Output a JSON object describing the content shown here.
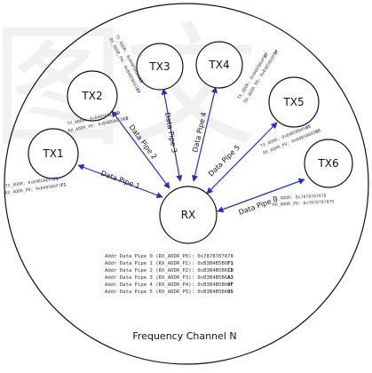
{
  "caption": "Frequency Channel N",
  "watermark": "图文",
  "nodes": {
    "rx": "RX",
    "tx1": "TX1",
    "tx2": "TX2",
    "tx3": "TX3",
    "tx4": "TX4",
    "tx5": "TX5",
    "tx6": "TX6"
  },
  "pipes": {
    "p0": "Data Pipe 0",
    "p1": "Data Pipe 1",
    "p2": "Data Pipe 2",
    "p3": "Data Pipe 3",
    "p4": "Data Pipe 4",
    "p5": "Data Pipe 5"
  },
  "tx_labels": {
    "tx1": {
      "addr_prefix": "TX_ADDR:  0xB4B5B6F1",
      "addr_suffix": "F1",
      "p0_prefix": "RX_ADDR_P0: 0xB4B5B6F1",
      "p0_suffix": "F1"
    },
    "tx2": {
      "addr_prefix": "TX_ADDR:  0xB4B5B6CD",
      "addr_suffix": "CD",
      "p0_prefix": "RX_ADDR_P0: 0xB4B5B6CD",
      "p0_suffix": "CD"
    },
    "tx3": {
      "addr_prefix": "TX_ADDR:  0xB4B5B6A3",
      "addr_suffix": "A3",
      "p0_prefix": "RX_ADDR_P0: 0xB4B5B6A3",
      "p0_suffix": "A3"
    },
    "tx4": {
      "addr_prefix": "TX_ADDR:  0xB4B5B60F",
      "addr_suffix": "0F",
      "p0_prefix": "RX_ADDR_P0: 0xB4B5B60F",
      "p0_suffix": "0F"
    },
    "tx5": {
      "addr_prefix": "TX_ADDR:  0xB4B5B605",
      "addr_suffix": "05",
      "p0_prefix": "RX_ADDR_P0: 0xB4B5B605",
      "p0_suffix": "05"
    },
    "tx6": {
      "addr_prefix": "TX_ADDR:  0x7878787878",
      "addr_suffix": "",
      "p0_prefix": "RX_ADDR_P0: 0x7878787878",
      "p0_suffix": ""
    }
  },
  "rx_table": [
    {
      "prefix": "Addr Data Pipe 0 (RX_ADDR_P0): 0x7878787878",
      "suffix": ""
    },
    {
      "prefix": "Addr Data Pipe 1 (RX_ADDR_P1): 0xB3B4B5B6",
      "suffix": "F1"
    },
    {
      "prefix": "Addr Data Pipe 2 (RX_ADDR_P2): 0xB3B4B5B6",
      "suffix": "CD"
    },
    {
      "prefix": "Addr Data Pipe 3 (RX_ADDR_P3): 0xB3B4B5B6",
      "suffix": "A3"
    },
    {
      "prefix": "Addr Data Pipe 4 (RX_ADDR_P4): 0xB3B4B5B6",
      "suffix": "0F"
    },
    {
      "prefix": "Addr Data Pipe 5 (RX_ADDR_P5): 0xB3B4B5B6",
      "suffix": "05"
    }
  ],
  "colors": {
    "arrow": "#2030c8",
    "outline": "#111111",
    "background": "#ffffff"
  }
}
